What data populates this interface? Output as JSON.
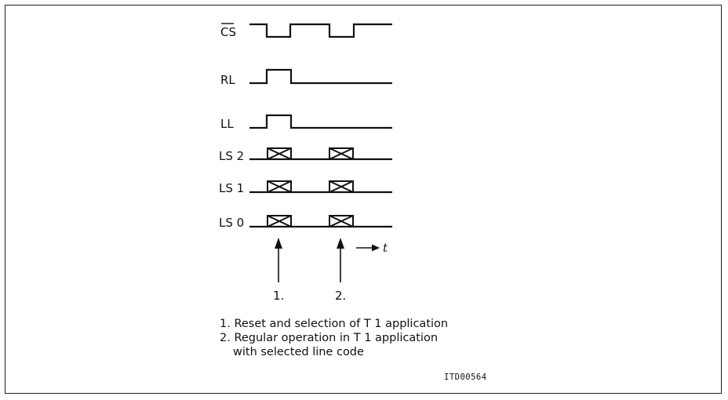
{
  "signals": {
    "cs": "CS",
    "rl": "RL",
    "ll": "LL",
    "ls2": "LS 2",
    "ls1": "LS 1",
    "ls0": "LS 0"
  },
  "time_axis_label": "t",
  "markers": [
    "1.",
    "2."
  ],
  "notes": [
    "1. Reset and selection of T 1 application",
    "2. Regular operation in T 1 application",
    "with selected line code"
  ],
  "figure_id": "ITD00564"
}
